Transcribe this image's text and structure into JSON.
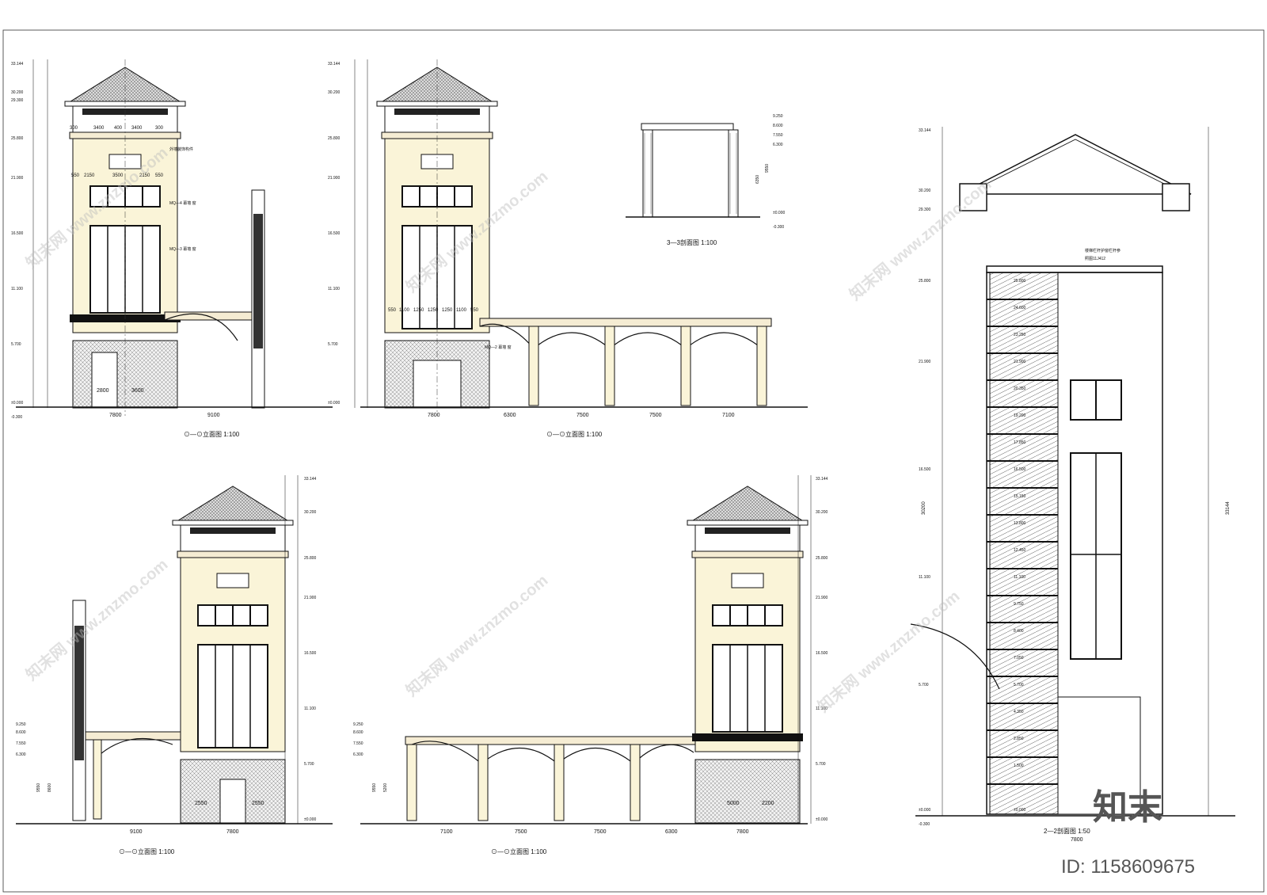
{
  "sheet": {
    "titles": {
      "elev_a": "⊙—⊙立面图 1:100",
      "elev_b": "⊙—⊙立面图 1:100",
      "elev_c": "⊙—⊙立面图 1:100",
      "elev_d": "⊙—⊙立面图 1:100",
      "section_33": "3—3剖面图 1:100",
      "section_22": "2—2剖面图 1:50"
    },
    "levels": [
      "33.144",
      "30.200",
      "29.300",
      "25.800",
      "21.900",
      "16.500",
      "11.100",
      "5.700",
      "±0.000",
      "-0.300"
    ],
    "tower_dims": {
      "top_row": [
        "300",
        "3400",
        "400",
        "3400",
        "300"
      ],
      "upper_window": [
        "550",
        "2150",
        "3500",
        "2150",
        "550"
      ],
      "base_row": [
        "550",
        "1100",
        "1250",
        "1250",
        "1250",
        "1100",
        "550"
      ],
      "labels": [
        "MQ—4 幕墙 窗",
        "MQ—3 幕墙 窗",
        "MQ—2 幕墙 窗",
        "外墙装饰构件"
      ]
    },
    "elev_a": {
      "bottom_dims": [
        "7800",
        "9100"
      ],
      "sub_dims": [
        "2800",
        "3600"
      ]
    },
    "elev_b": {
      "bottom_dims": [
        "7800",
        "6300",
        "7500",
        "7500",
        "7100"
      ]
    },
    "elev_c": {
      "bottom_dims": [
        "9100",
        "7800"
      ],
      "sub_dims": [
        "2550",
        "2550"
      ]
    },
    "elev_d": {
      "bottom_dims": [
        "7100",
        "7500",
        "7500",
        "6300",
        "7800"
      ],
      "sub_dims": [
        "5000",
        "2200"
      ]
    },
    "section_33": {
      "levels": [
        "9.250",
        "8.600",
        "7.550",
        "6.300",
        "±0.000",
        "-0.300"
      ],
      "dims": [
        "6350",
        "9550"
      ]
    },
    "section_22": {
      "floor_levels": [
        "25.800",
        "24.600",
        "23.250",
        "21.900",
        "20.350",
        "19.200",
        "17.850",
        "16.500",
        "15.150",
        "13.800",
        "12.450",
        "11.100",
        "9.750",
        "8.400",
        "7.050",
        "5.700",
        "4.350",
        "2.850",
        "1.500",
        "±0.000"
      ],
      "notes": [
        "楼梯栏杆护窗栏杆参",
        "照图11J412"
      ],
      "bottom_dim": "7800",
      "totals": [
        "30200",
        "33144"
      ]
    },
    "canopy_levels": [
      "9.250",
      "8.600",
      "7.550",
      "6.300"
    ],
    "canopy_dims": [
      "9550",
      "6350",
      "5200",
      "8600"
    ],
    "watermark": "知末网 www.znzmo.com",
    "logo_text": "知末",
    "id_text": "ID: 1158609675"
  }
}
